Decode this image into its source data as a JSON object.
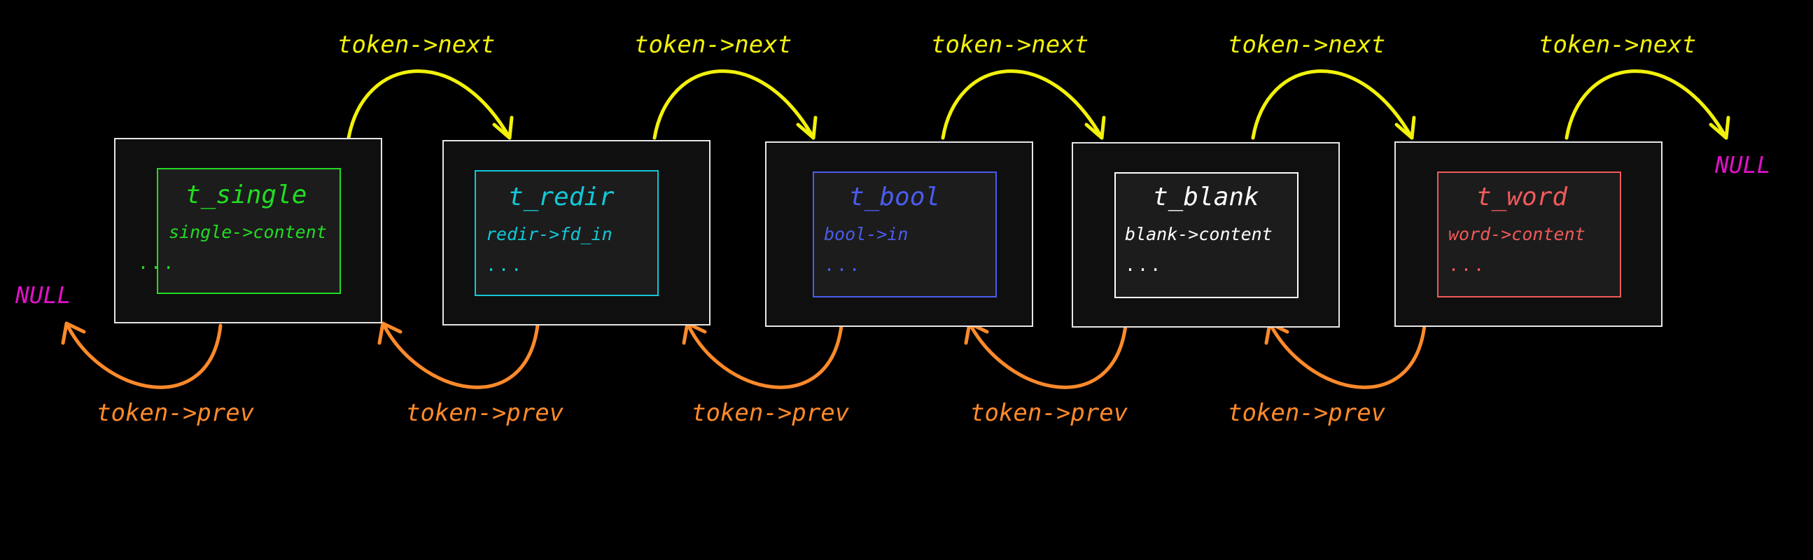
{
  "nodes": [
    {
      "title": "t_single",
      "field": "single->content",
      "more": "...",
      "color": "#22dd22"
    },
    {
      "title": "t_redir",
      "field": "redir->fd_in",
      "more": "...",
      "color": "#11c8d8"
    },
    {
      "title": "t_bool",
      "field": "bool->in",
      "more": "...",
      "color": "#4a5cf0"
    },
    {
      "title": "t_blank",
      "field": "blank->content",
      "more": "...",
      "color": "#ffffff"
    },
    {
      "title": "t_word",
      "field": "word->content",
      "more": "...",
      "color": "#f05a5a"
    }
  ],
  "next_label": "token->next",
  "prev_label": "token->prev",
  "null_label": "NULL",
  "colors": {
    "next_arrow": "#f2f20a",
    "prev_arrow": "#ff8a2a",
    "null": "#e010c8",
    "box_border": "#e6e6e6"
  }
}
